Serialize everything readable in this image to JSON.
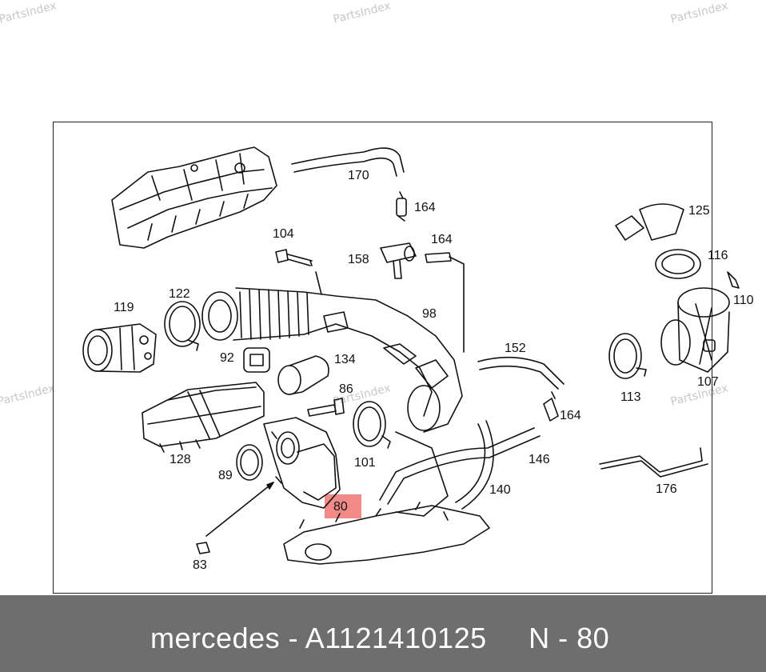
{
  "watermark": "PartsIndex",
  "callouts": {
    "c170": "170",
    "c164a": "164",
    "c104": "104",
    "c164b": "164",
    "c158": "158",
    "c125": "125",
    "c116": "116",
    "c110": "110",
    "c122": "122",
    "c119": "119",
    "c98": "98",
    "c92": "92",
    "c134": "134",
    "c152": "152",
    "c107": "107",
    "c113": "113",
    "c86": "86",
    "c164c": "164",
    "c128": "128",
    "c146": "146",
    "c89": "89",
    "c101": "101",
    "c140": "140",
    "c176": "176",
    "c80": "80",
    "c83": "83"
  },
  "highlight": {
    "label": "80",
    "color": "#f28b88"
  },
  "footer": {
    "brand": "mercedes",
    "part_number": "A1121410125",
    "position_label": "N - 80",
    "caption": "mercedes - A1121410125     N - 80"
  }
}
